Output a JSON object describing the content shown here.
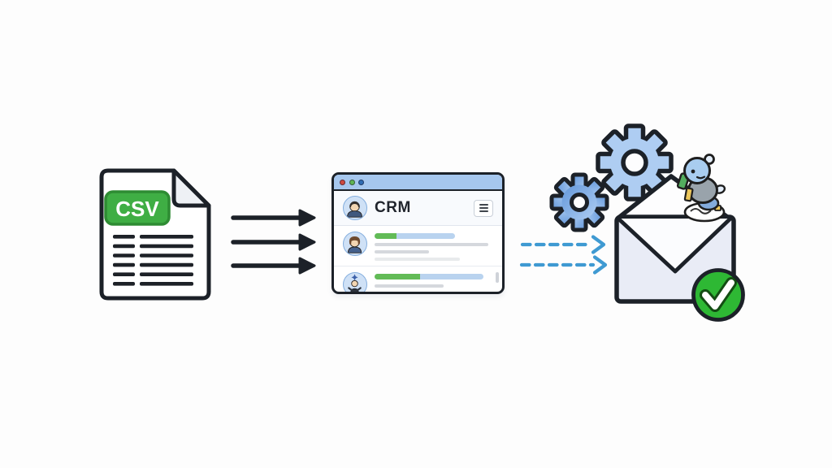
{
  "scene": {
    "description": "Illustrated automation flow: CSV file imported into a CRM, processed by gears and a robot, resulting in a sent email",
    "background": "#fdfdfd"
  },
  "csv_file": {
    "badge_label": "CSV",
    "data_line_rows": 6
  },
  "solid_arrows": {
    "count": 3
  },
  "crm_window": {
    "title": "CRM",
    "window_controls": [
      "red",
      "green",
      "blue"
    ],
    "contact_rows": 2
  },
  "dashed_arrows": {
    "count": 2
  },
  "processing": {
    "gear_count": 2,
    "robot_mascot": true
  },
  "email": {
    "status_check": true
  },
  "colors": {
    "background": "#fdfdfd",
    "ink": "#1c2128",
    "csv_green": "#3fae44",
    "csv_green_dark": "#2e8c33",
    "titlebar_blue": "#a6c7ee",
    "dot_red": "#cf4a41",
    "dot_green": "#5fb554",
    "dot_blue": "#2f6cb3",
    "avatar_blue": "#cfe1f6",
    "avatar_border": "#84aede",
    "bar_green": "#62bb57",
    "bar_blue": "#b9d3ef",
    "line_gray": "#d5d8dd",
    "dashed_blue": "#3f9ad2",
    "gear_light": "#aecdf2",
    "gear_dark": "#6397da",
    "envelope_fill": "#e9ecf6",
    "check_green": "#2eb834",
    "robot_head": "#a9cdef",
    "robot_body": "#99a3ab"
  }
}
